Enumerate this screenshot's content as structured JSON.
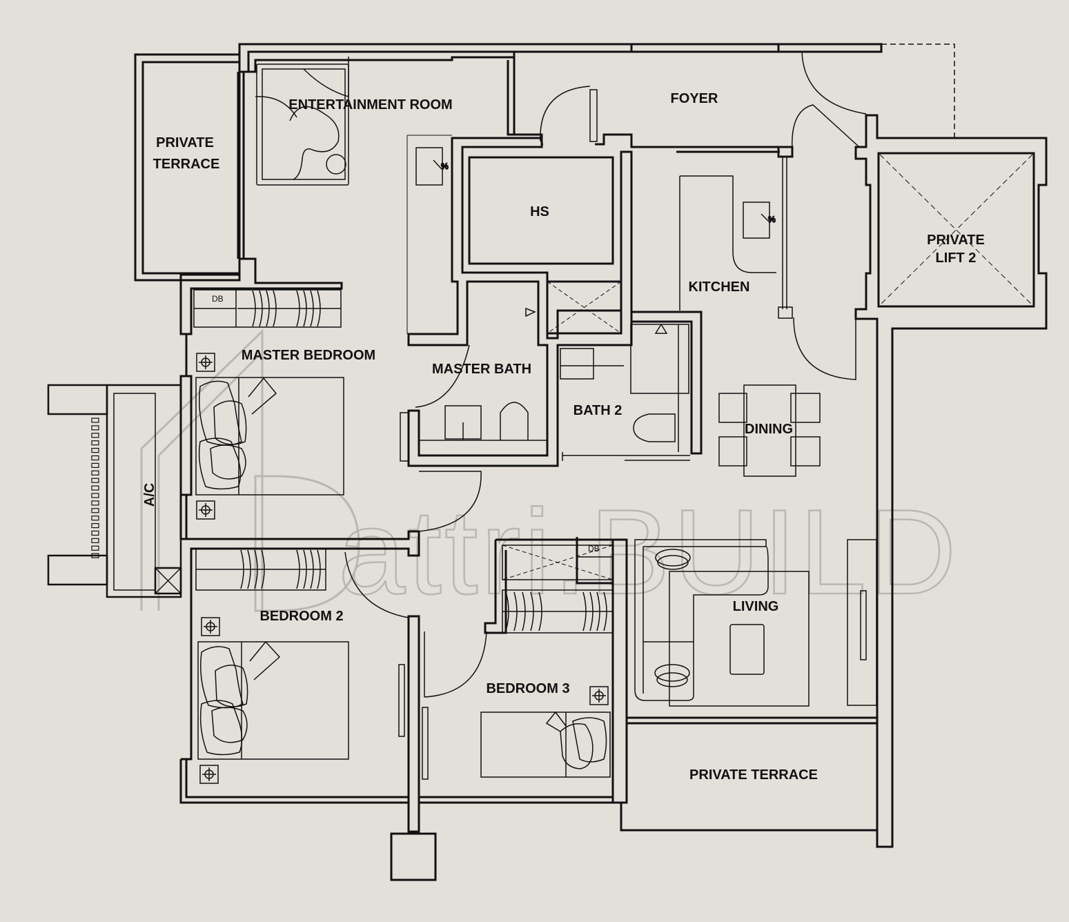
{
  "plan": {
    "background_color": "#e3e0da",
    "wall_color": "#111111",
    "watermark_color": "#b9b7b2",
    "watermark": "attri.BUILD",
    "rooms": {
      "private_terrace_top": [
        "PRIVATE",
        "TERRACE"
      ],
      "entertainment_room": "ENTERTAINMENT ROOM",
      "foyer": "FOYER",
      "hs": "HS",
      "kitchen": "KITCHEN",
      "private_lift": [
        "PRIVATE",
        "LIFT 2"
      ],
      "master_bedroom": "MASTER BEDROOM",
      "master_bath": "MASTER BATH",
      "bath_2": "BATH 2",
      "dining": "DINING",
      "ac": "A/C",
      "living": "LIVING",
      "bedroom_2": "BEDROOM 2",
      "bedroom_3": "BEDROOM 3",
      "private_terrace_bottom": "PRIVATE TERRACE"
    },
    "db_label": "DB",
    "icons": [
      "wardrobe-icon",
      "bed-icon",
      "power-point-icon",
      "basin-icon",
      "toilet-icon",
      "shower-icon",
      "sofa-icon",
      "dining-chair-icon",
      "door-swing-icon"
    ]
  }
}
